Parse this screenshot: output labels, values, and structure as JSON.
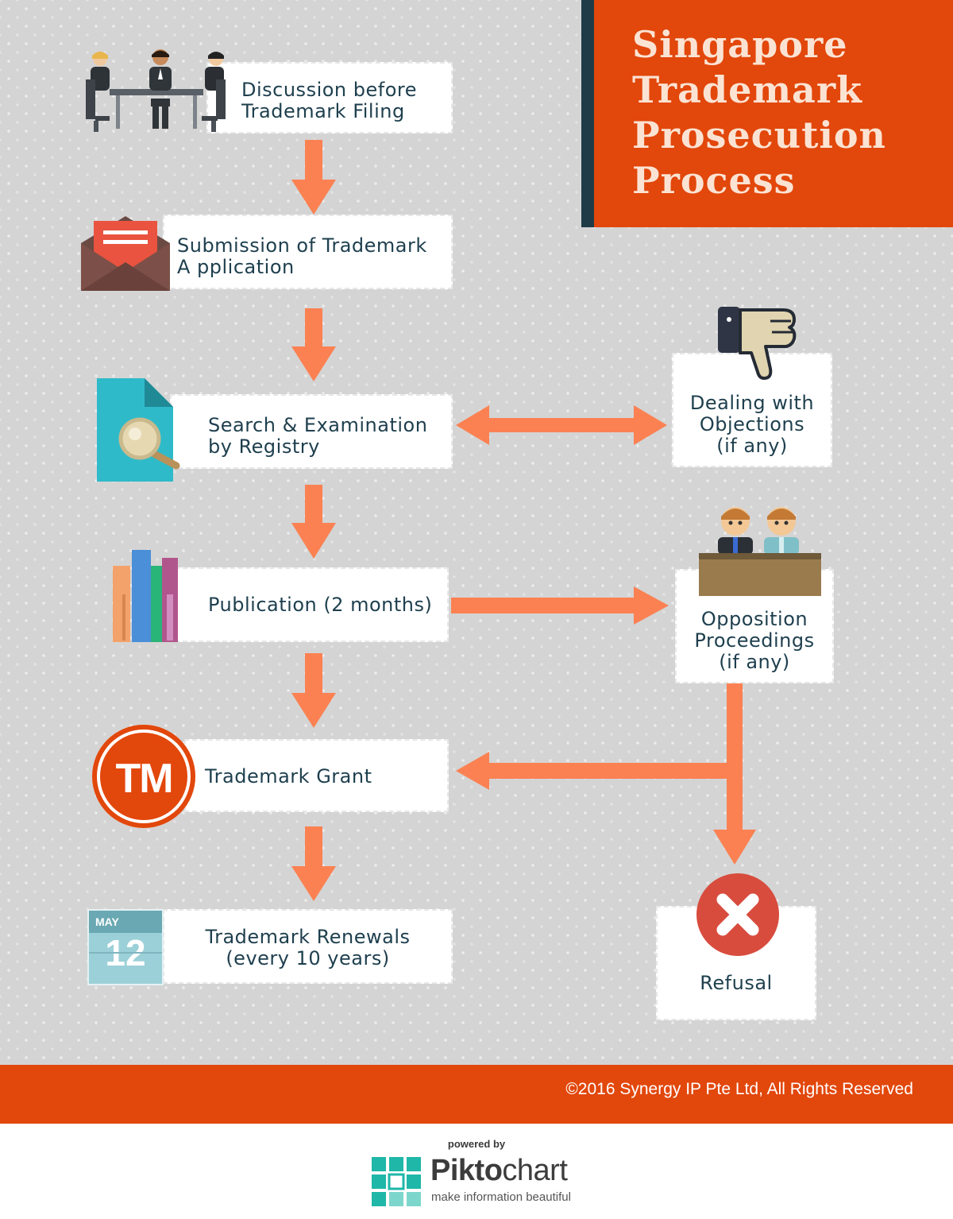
{
  "title": {
    "lines": [
      "Singapore",
      "Trademark",
      "Prosecution",
      "Process"
    ]
  },
  "steps": {
    "discussion": {
      "line1": "Discussion before",
      "line2": "Trademark Filing"
    },
    "submission": {
      "line1": "Submission of Trademark",
      "line2": "A pplication"
    },
    "search": {
      "line1": "Search & Examination",
      "line2": "by Registry"
    },
    "publication": {
      "line1": "Publication (2 months)"
    },
    "grant": {
      "line1": "Trademark Grant"
    },
    "renewals": {
      "line1": "Trademark Renewals",
      "line2": "(every 10 years)"
    }
  },
  "side": {
    "objections": {
      "line1": "Dealing with",
      "line2": "Objections",
      "line3": "(if any)"
    },
    "opposition": {
      "line1": "Opposition",
      "line2": "Proceedings",
      "line3": "(if any)"
    },
    "refusal": {
      "line1": "Refusal"
    }
  },
  "icons": {
    "tm_badge": "TM",
    "calendar_month": "MAY",
    "calendar_day": "12"
  },
  "footer": {
    "copyright": "©2016 Synergy IP Pte Ltd, All Rights Reserved",
    "powered_by": "powered by",
    "brand_part1": "Pikto",
    "brand_part2": "chart",
    "tagline": "make information beautiful"
  },
  "colors": {
    "accent": "#e2470b",
    "arrow": "#fb8152",
    "text": "#1e3f4e",
    "title_text": "#fbe3d3"
  }
}
